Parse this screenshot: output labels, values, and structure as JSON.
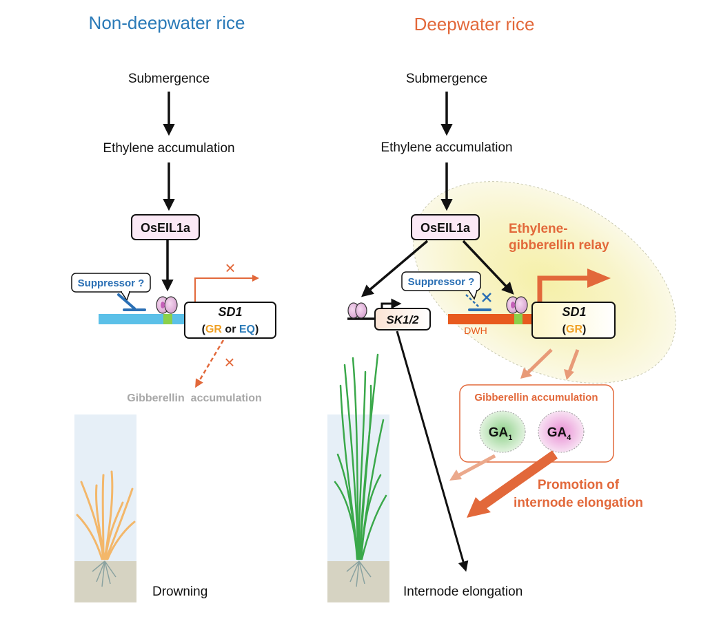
{
  "left_panel": {
    "title": "Non-deepwater rice",
    "submergence": "Submergence",
    "ethylene": "Ethylene accumulation",
    "oseil": "OsEIL1a",
    "suppressor": "Suppressor ?",
    "sd1_name": "SD1",
    "sd1_open": "(",
    "sd1_gr": "GR",
    "sd1_or": " or ",
    "sd1_eq": "EQ",
    "sd1_close": ")",
    "x_mark": "×",
    "gibberellin": "Gibberellin  accumulation",
    "outcome": "Drowning"
  },
  "right_panel": {
    "title": "Deepwater rice",
    "submergence": "Submergence",
    "ethylene": "Ethylene accumulation",
    "oseil": "OsEIL1a",
    "relay_line1": "Ethylene-",
    "relay_line2": "gibberellin relay",
    "suppressor": "Suppressor ?",
    "sk": "SK1/2",
    "dwh": "DWH",
    "sd1_name": "SD1",
    "sd1_open": "(",
    "sd1_gr": "GR",
    "sd1_close": ")",
    "gibberellin": "Gibberellin accumulation",
    "ga1_base": "GA",
    "ga1_sub": "1",
    "ga4_base": "GA",
    "ga4_sub": "4",
    "promotion_line1": "Promotion of",
    "promotion_line2": "internode elongation",
    "outcome": "Internode elongation"
  },
  "colors": {
    "left_title": "#2a7ab8",
    "right_title": "#e2683a",
    "orange": "#e2683a",
    "dna_blue": "#5bc0e8",
    "dna_orange": "#e85a1e",
    "suppressor_blue": "#2a6fb4",
    "gr_orange": "#f0a024",
    "eq_blue": "#2a7ab8",
    "gray_text": "#a8a8a8",
    "water": "#e6eff7",
    "soil": "#d6d3c2",
    "dead_plant": "#f3b76a",
    "live_plant": "#3aa84a"
  }
}
